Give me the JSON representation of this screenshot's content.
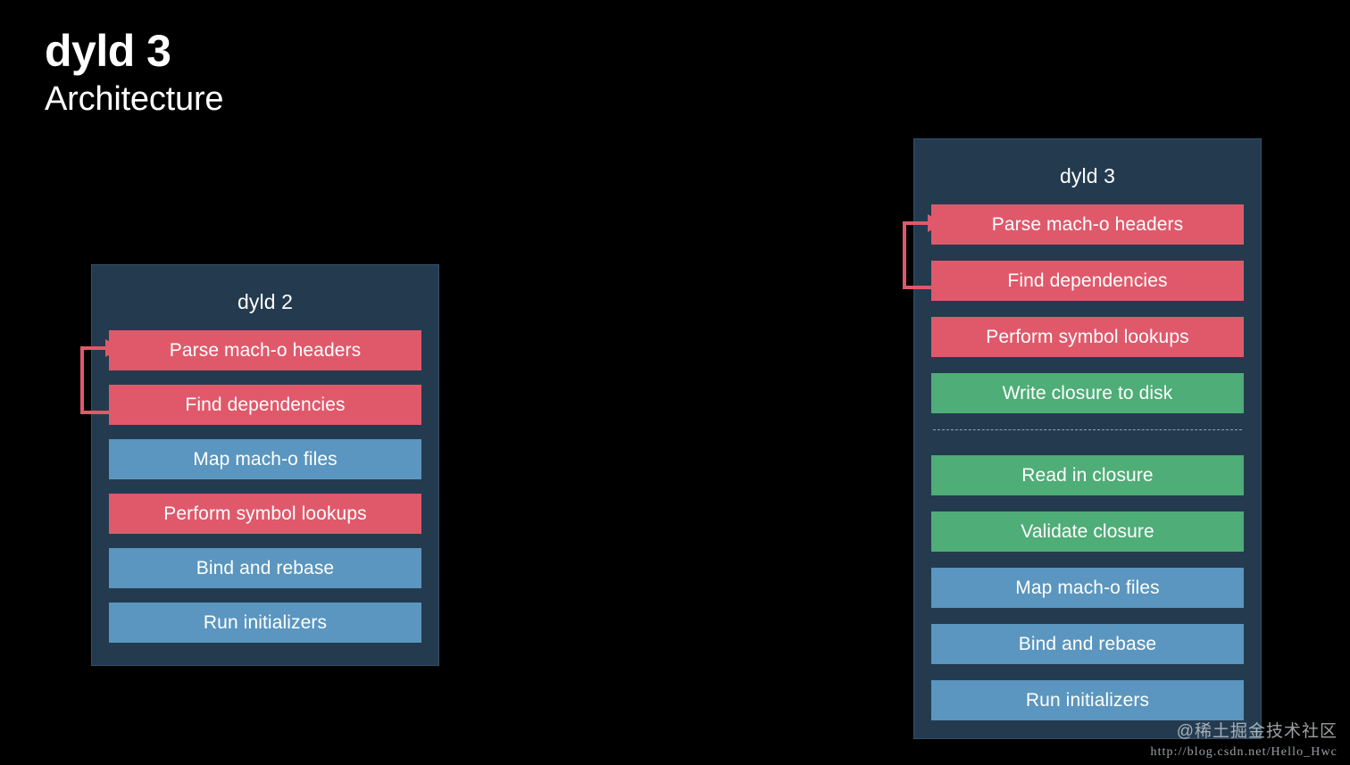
{
  "slide": {
    "title": "dyld 3",
    "subtitle": "Architecture",
    "background_color": "#000000"
  },
  "colors": {
    "panel_bg": "#243b4f",
    "panel_border": "#31506a",
    "red": "#e0596b",
    "blue": "#5a96bf",
    "green": "#4fad77",
    "arrow": "#e0596b",
    "divider": "#8fa3b3",
    "text": "#ffffff"
  },
  "panels": [
    {
      "id": "dyld2",
      "title": "dyld 2",
      "loop_arrow": {
        "from_step": "Find dependencies",
        "to_step": "Parse mach-o headers",
        "color": "#e0596b"
      },
      "steps": [
        {
          "label": "Parse mach-o headers",
          "color": "red"
        },
        {
          "label": "Find dependencies",
          "color": "red"
        },
        {
          "label": "Map mach-o files",
          "color": "blue"
        },
        {
          "label": "Perform symbol lookups",
          "color": "red"
        },
        {
          "label": "Bind and rebase",
          "color": "blue"
        },
        {
          "label": "Run initializers",
          "color": "blue"
        }
      ]
    },
    {
      "id": "dyld3",
      "title": "dyld 3",
      "loop_arrow": {
        "from_step": "Find dependencies",
        "to_step": "Parse mach-o headers",
        "color": "#e0596b"
      },
      "steps_above_divider": [
        {
          "label": "Parse mach-o headers",
          "color": "red"
        },
        {
          "label": "Find dependencies",
          "color": "red"
        },
        {
          "label": "Perform symbol lookups",
          "color": "red"
        },
        {
          "label": "Write closure to disk",
          "color": "green"
        }
      ],
      "steps_below_divider": [
        {
          "label": "Read in closure",
          "color": "green"
        },
        {
          "label": "Validate closure",
          "color": "green"
        },
        {
          "label": "Map mach-o files",
          "color": "blue"
        },
        {
          "label": "Bind and rebase",
          "color": "blue"
        },
        {
          "label": "Run initializers",
          "color": "blue"
        }
      ]
    }
  ],
  "watermark": {
    "brand": "@稀土掘金技术社区",
    "url": "http://blog.csdn.net/Hello_Hwc"
  }
}
